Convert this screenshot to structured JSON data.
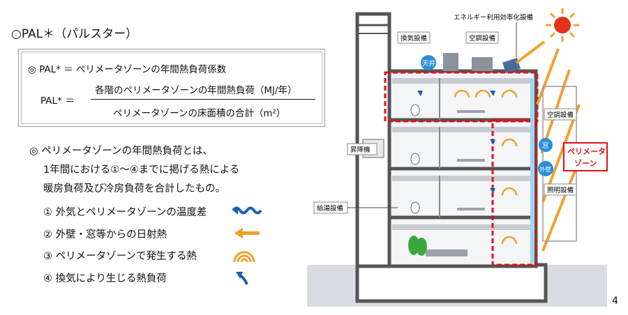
{
  "title": "○PAL＊（パルスター）",
  "definition": {
    "heading": "◎ PAL*  ＝  ペリメータゾーンの年間熱負荷係数",
    "lhs": "PAL*  ＝",
    "numerator": "各階のペリメータゾーンの年間熱負荷（MJ/年）",
    "denominator": "ペリメータゾーンの床面積の合計（m²）"
  },
  "explanation": {
    "line1": "◎ ペリメータゾーンの年間熱負荷とは、",
    "line2": "1年間における①～④までに掲げる熱による",
    "line3": "暖房負荷及び冷房負荷を合計したもの。"
  },
  "legend": [
    {
      "label": "① 外気とペリメータゾーンの温度差",
      "icon": "wave-icon"
    },
    {
      "label": "② 外壁・窓等からの日射熱",
      "icon": "arrow-left-icon"
    },
    {
      "label": "③ ペリメータゾーンで発生する熱",
      "icon": "heat-arc-icon"
    },
    {
      "label": "④ 換気により生じる熱負荷",
      "icon": "ventilation-arrow-icon"
    }
  ],
  "diagram": {
    "energy": "エネルギー利用効率化設備",
    "exhaust": "換気設備",
    "aircon_top": "空調設備",
    "ceiling": "天井",
    "aircon_side": "空調設備",
    "window": "窓",
    "outer_wall": "外壁",
    "perimeter_line1": "ペリメータ",
    "perimeter_line2": "ゾーン",
    "lighting": "照明設備",
    "elevator": "昇降機",
    "hotwater": "給湯設備"
  },
  "colors": {
    "perimeter": "#e0101a",
    "heat": "#f0a030",
    "wave": "#1a5fb0",
    "badge": "#2a8fd8"
  },
  "page_number": "4"
}
